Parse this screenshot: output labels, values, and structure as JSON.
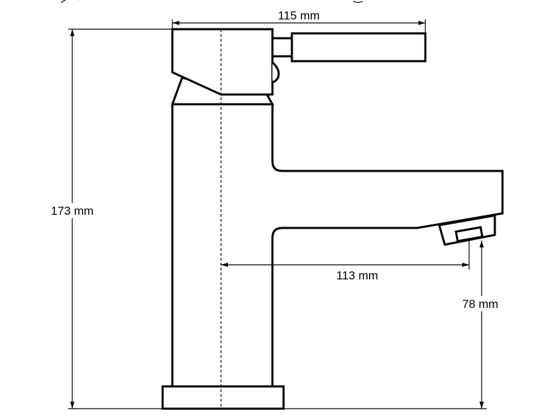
{
  "dimensions": {
    "overall_width": "115 mm",
    "overall_height": "173 mm",
    "spout_reach": "113 mm",
    "spout_height": "78 mm"
  },
  "colors": {
    "line": "#000000",
    "background": "#ffffff"
  }
}
